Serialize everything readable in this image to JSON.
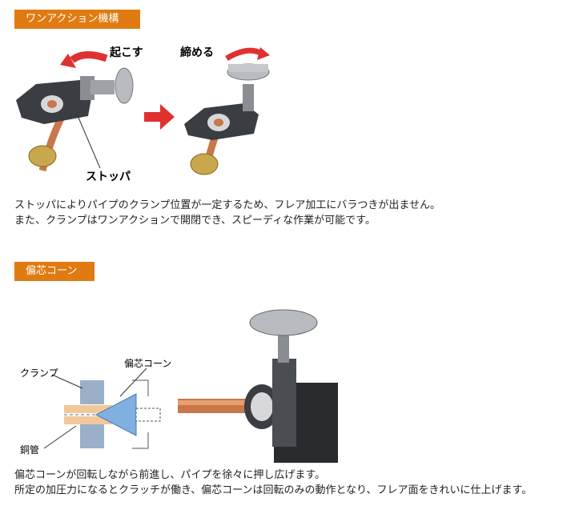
{
  "section1": {
    "heading": "ワンアクション機構",
    "callouts": {
      "raise": "起こす",
      "tighten": "締める",
      "stopper": "ストッパ"
    },
    "text": [
      "ストッパによりパイプのクランプ位置が一定するため、フレア加工にバラつきが出ません。",
      "また、クランプはワンアクションで開閉でき、スピーディな作業が可能です。"
    ]
  },
  "section2": {
    "heading": "偏芯コーン",
    "diagram_labels": {
      "clamp": "クランプ",
      "cone": "偏芯コーン",
      "pipe": "銅管"
    },
    "text": [
      "偏芯コーンが回転しながら前進し、パイプを徐々に押し広げます。",
      "所定の加圧力になるとクラッチが働き、偏芯コーンは回転のみの動作となり、フレア面をきれいに仕上げます。"
    ]
  },
  "colors": {
    "tag": "#e07b12",
    "arrow_red": "#e03030",
    "cone_blue": "#7fb0e0",
    "copper": "#c8784a"
  }
}
